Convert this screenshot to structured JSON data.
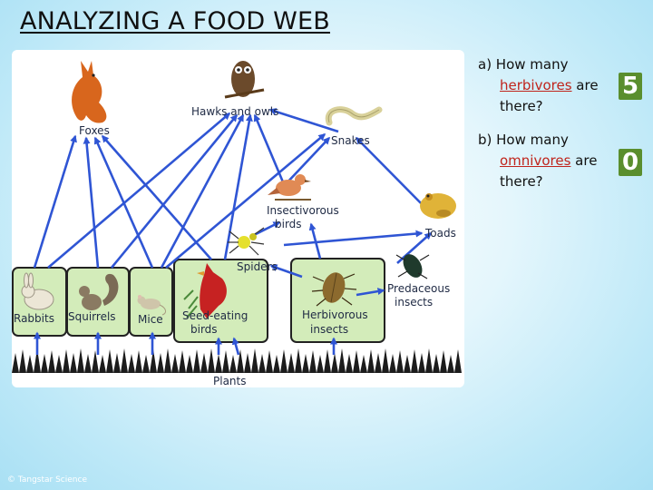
{
  "title": "ANALYZING A FOOD WEB",
  "credit": "© Tangstar Science",
  "food_web": {
    "organisms": {
      "foxes": "Foxes",
      "hawks_owls": "Hawks and owls",
      "snakes": "Snakes",
      "insectivorous_birds_1": "Insectivorous",
      "insectivorous_birds_2": "birds",
      "toads": "Toads",
      "spiders": "Spiders",
      "predaceous_1": "Predaceous",
      "predaceous_2": "insects",
      "rabbits": "Rabbits",
      "squirrels": "Squirrels",
      "mice": "Mice",
      "seed_eating_1": "Seed-eating",
      "seed_eating_2": "birds",
      "herbivorous_1": "Herbivorous",
      "herbivorous_2": "insects",
      "plants": "Plants"
    },
    "colors": {
      "arrow": "#2f55d4",
      "herbivore_box": "#d3ecba",
      "herbivore_border": "#222222"
    }
  },
  "questions": [
    {
      "prefix": "a)  How many",
      "keyword": "herbivores",
      "suffix": " are",
      "end": "there?",
      "answer": "5"
    },
    {
      "prefix": "b)  How many",
      "keyword": "omnivores",
      "suffix": " are",
      "end": "there?",
      "answer": "0"
    }
  ],
  "colors": {
    "answer_bg": "#5a8e2e",
    "keyword": "#c0241c"
  }
}
